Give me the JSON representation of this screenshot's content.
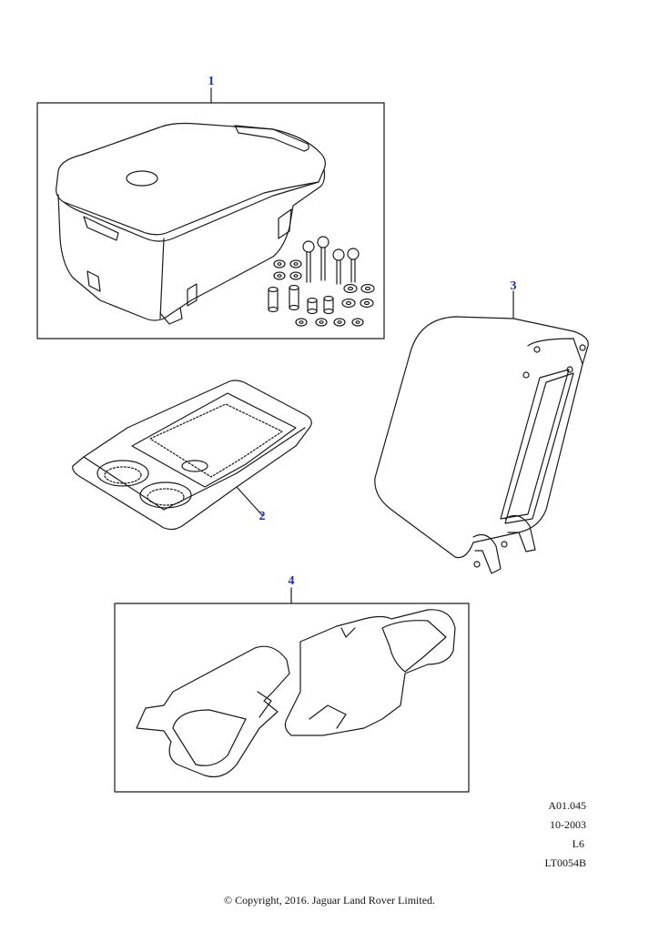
{
  "callouts": {
    "c1": "1",
    "c2": "2",
    "c3": "3",
    "c4": "4"
  },
  "meta": {
    "code": "A01.045",
    "date": "10-2003",
    "level": "L6",
    "ref": "LT0054B"
  },
  "copyright": "© Copyright, 2016. Jaguar Land Rover Limited.",
  "colors": {
    "callout": "#1a2fb8",
    "line": "#1a1a1a"
  }
}
